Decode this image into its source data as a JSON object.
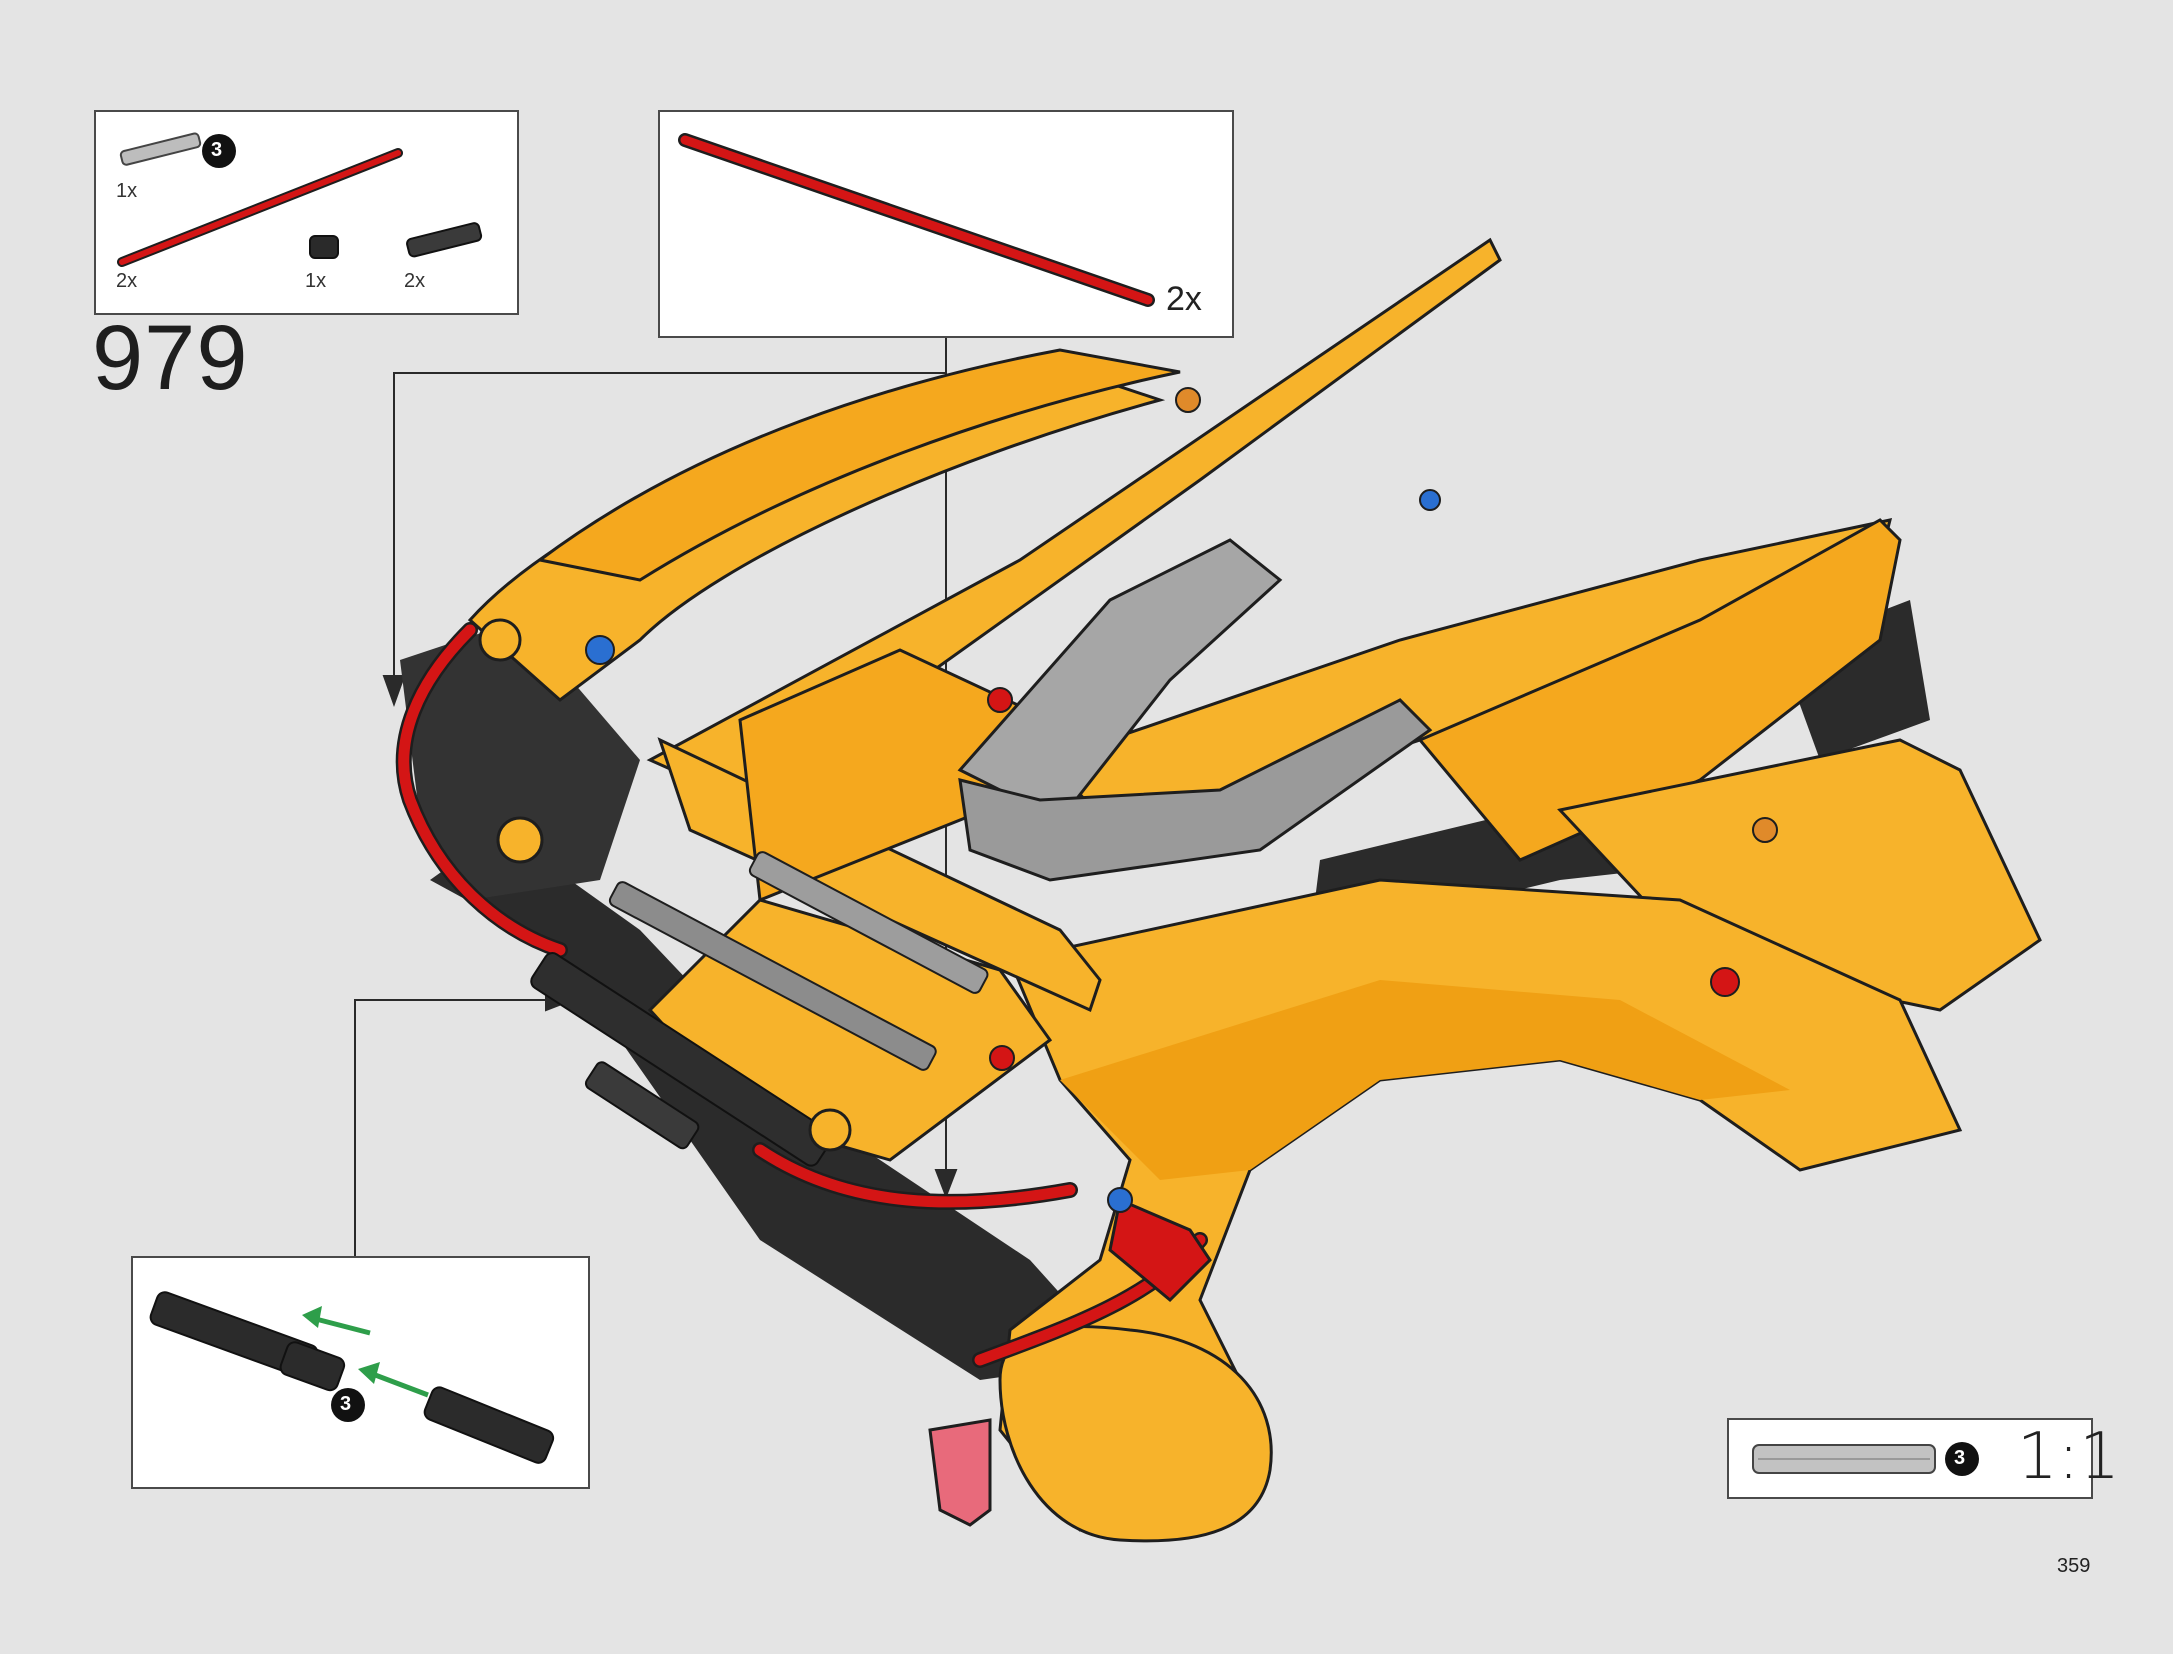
{
  "step": {
    "number": "979"
  },
  "page": {
    "number": "359"
  },
  "parts_list": {
    "items": [
      {
        "name": "grey axle 3",
        "qty": "1x",
        "color": "#bdbdbd",
        "badge": "3"
      },
      {
        "name": "red axle",
        "qty": "2x",
        "color": "#d41515"
      },
      {
        "name": "black axle connector",
        "qty": "1x",
        "color": "#2a2a2a"
      },
      {
        "name": "black axle joiner",
        "qty": "2x",
        "color": "#3a3a3a"
      }
    ]
  },
  "callout_top": {
    "qty": "2x",
    "part": "red axle",
    "color": "#d41515"
  },
  "callout_bottom": {
    "badge": "3",
    "arrow_color": "#2e9e4a"
  },
  "reference": {
    "badge": "3",
    "scale": "1:1",
    "part": "grey axle"
  },
  "colors": {
    "background": "#e4e4e4",
    "model_yellow": "#f7b32b",
    "model_black": "#2b2b2b",
    "model_grey": "#9a9a9a",
    "accent_red": "#d41515",
    "accent_blue": "#2a6fd1"
  }
}
